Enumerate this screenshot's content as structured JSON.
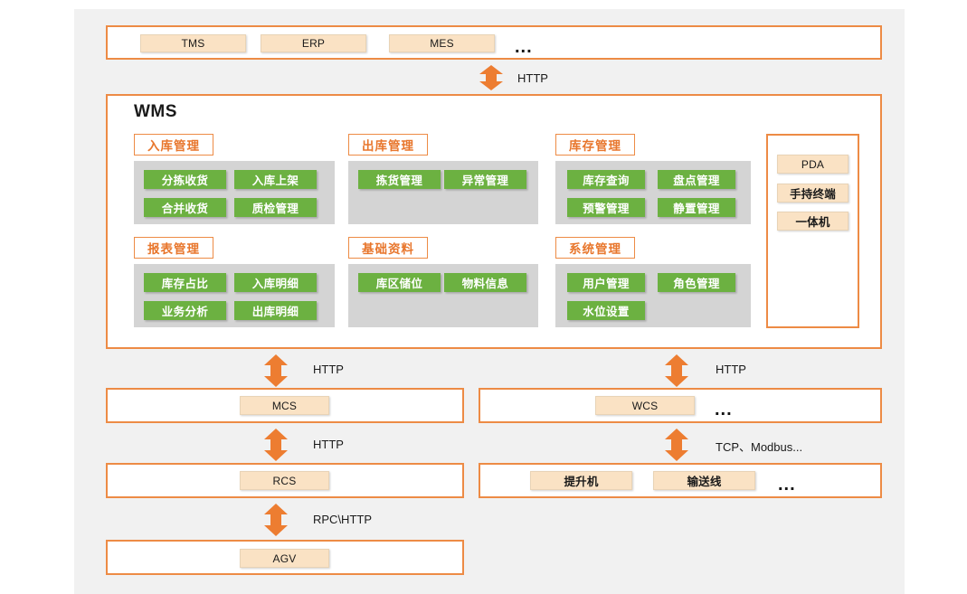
{
  "diagram": {
    "title": "WMS",
    "colors": {
      "orange_border": "#ed8b45",
      "orange_arrow": "#ED7D31",
      "orange_text": "#e8762c",
      "green_button": "#6cb141",
      "tan_chip": "#fae2c4",
      "gray_panel": "#d4d4d4",
      "backdrop": "#f1f1f1"
    }
  },
  "top_layer": {
    "systems": [
      "TMS",
      "ERP",
      "MES"
    ],
    "ellipsis": "..."
  },
  "wms": {
    "title": "WMS",
    "groups": [
      {
        "label": "入库管理",
        "buttons": [
          "分拣收货",
          "入库上架",
          "合并收货",
          "质检管理"
        ]
      },
      {
        "label": "出库管理",
        "buttons": [
          "拣货管理",
          "异常管理"
        ]
      },
      {
        "label": "库存管理",
        "buttons": [
          "库存查询",
          "盘点管理",
          "预警管理",
          "静置管理"
        ]
      },
      {
        "label": "报表管理",
        "buttons": [
          "库存占比",
          "入库明细",
          "业务分析",
          "出库明细"
        ]
      },
      {
        "label": "基础资料",
        "buttons": [
          "库区储位",
          "物料信息"
        ]
      },
      {
        "label": "系统管理",
        "buttons": [
          "用户管理",
          "角色管理",
          "水位设置"
        ]
      }
    ],
    "devices": [
      "PDA",
      "手持终端",
      "一体机"
    ]
  },
  "middle_layer": {
    "mcs": "MCS",
    "wcs": "WCS",
    "wcs_ellipsis": "..."
  },
  "lower_layer": {
    "rcs": "RCS",
    "equipment": [
      "提升机",
      "输送线"
    ],
    "equipment_ellipsis": "...",
    "agv": "AGV"
  },
  "connectors": {
    "http_top": "HTTP",
    "http_mcs": "HTTP",
    "http_wcs": "HTTP",
    "http_rcs": "HTTP",
    "tcp_modbus": "TCP、Modbus...",
    "rpc_http": "RPC\\HTTP"
  }
}
